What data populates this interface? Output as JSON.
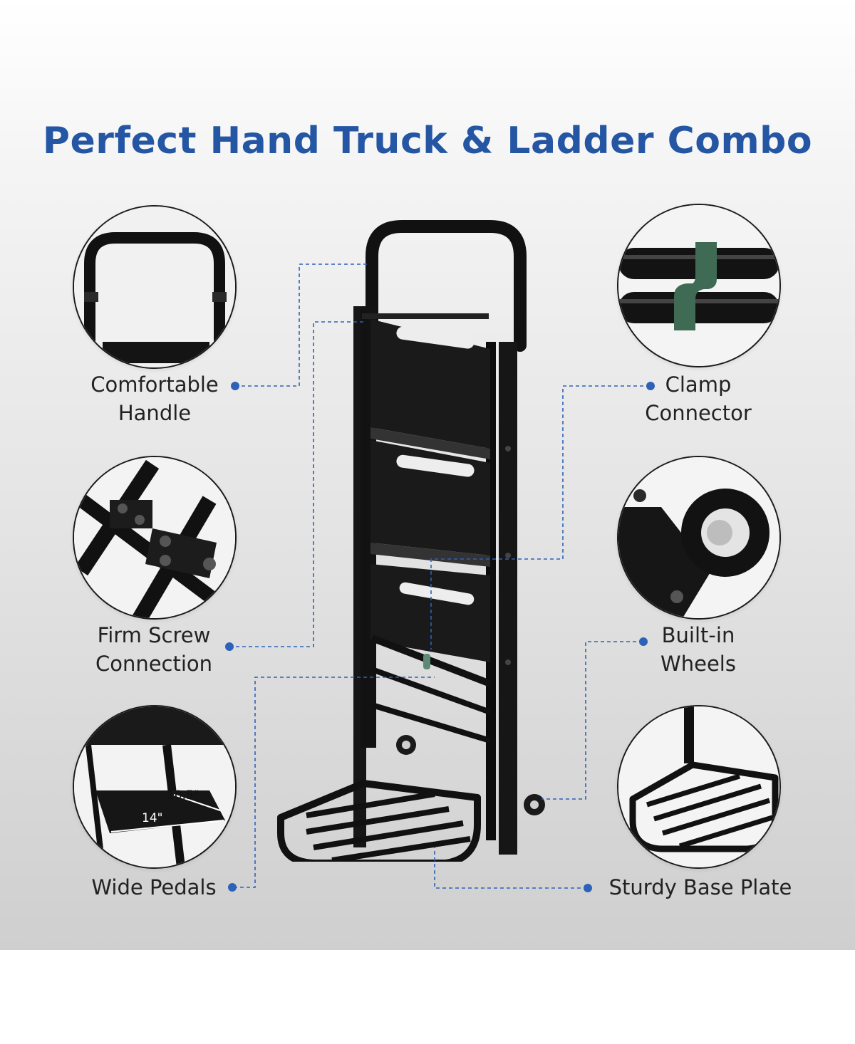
{
  "title": "Perfect Hand Truck & Ladder Combo",
  "colors": {
    "title": "#2456a4",
    "accent": "#2e62b8",
    "frame": "#111111",
    "strap": "#3f6b55",
    "label": "#222222"
  },
  "features": {
    "handle": {
      "line1": "Comfortable",
      "line2": "Handle",
      "icon": "handle-closeup-icon"
    },
    "clamp": {
      "line1": "Clamp",
      "line2": "Connector",
      "icon": "clamp-strap-icon"
    },
    "screw": {
      "line1": "Firm Screw",
      "line2": "Connection",
      "icon": "bolt-bracket-icon"
    },
    "wheels": {
      "line1": "Built-in",
      "line2": "Wheels",
      "icon": "wheel-icon"
    },
    "pedals": {
      "line1": "Wide Pedals",
      "icon": "pedal-step-icon",
      "dim_depth": "10.5\"",
      "dim_width": "14\""
    },
    "base": {
      "line1": "Sturdy Base Plate",
      "icon": "base-plate-icon"
    }
  }
}
